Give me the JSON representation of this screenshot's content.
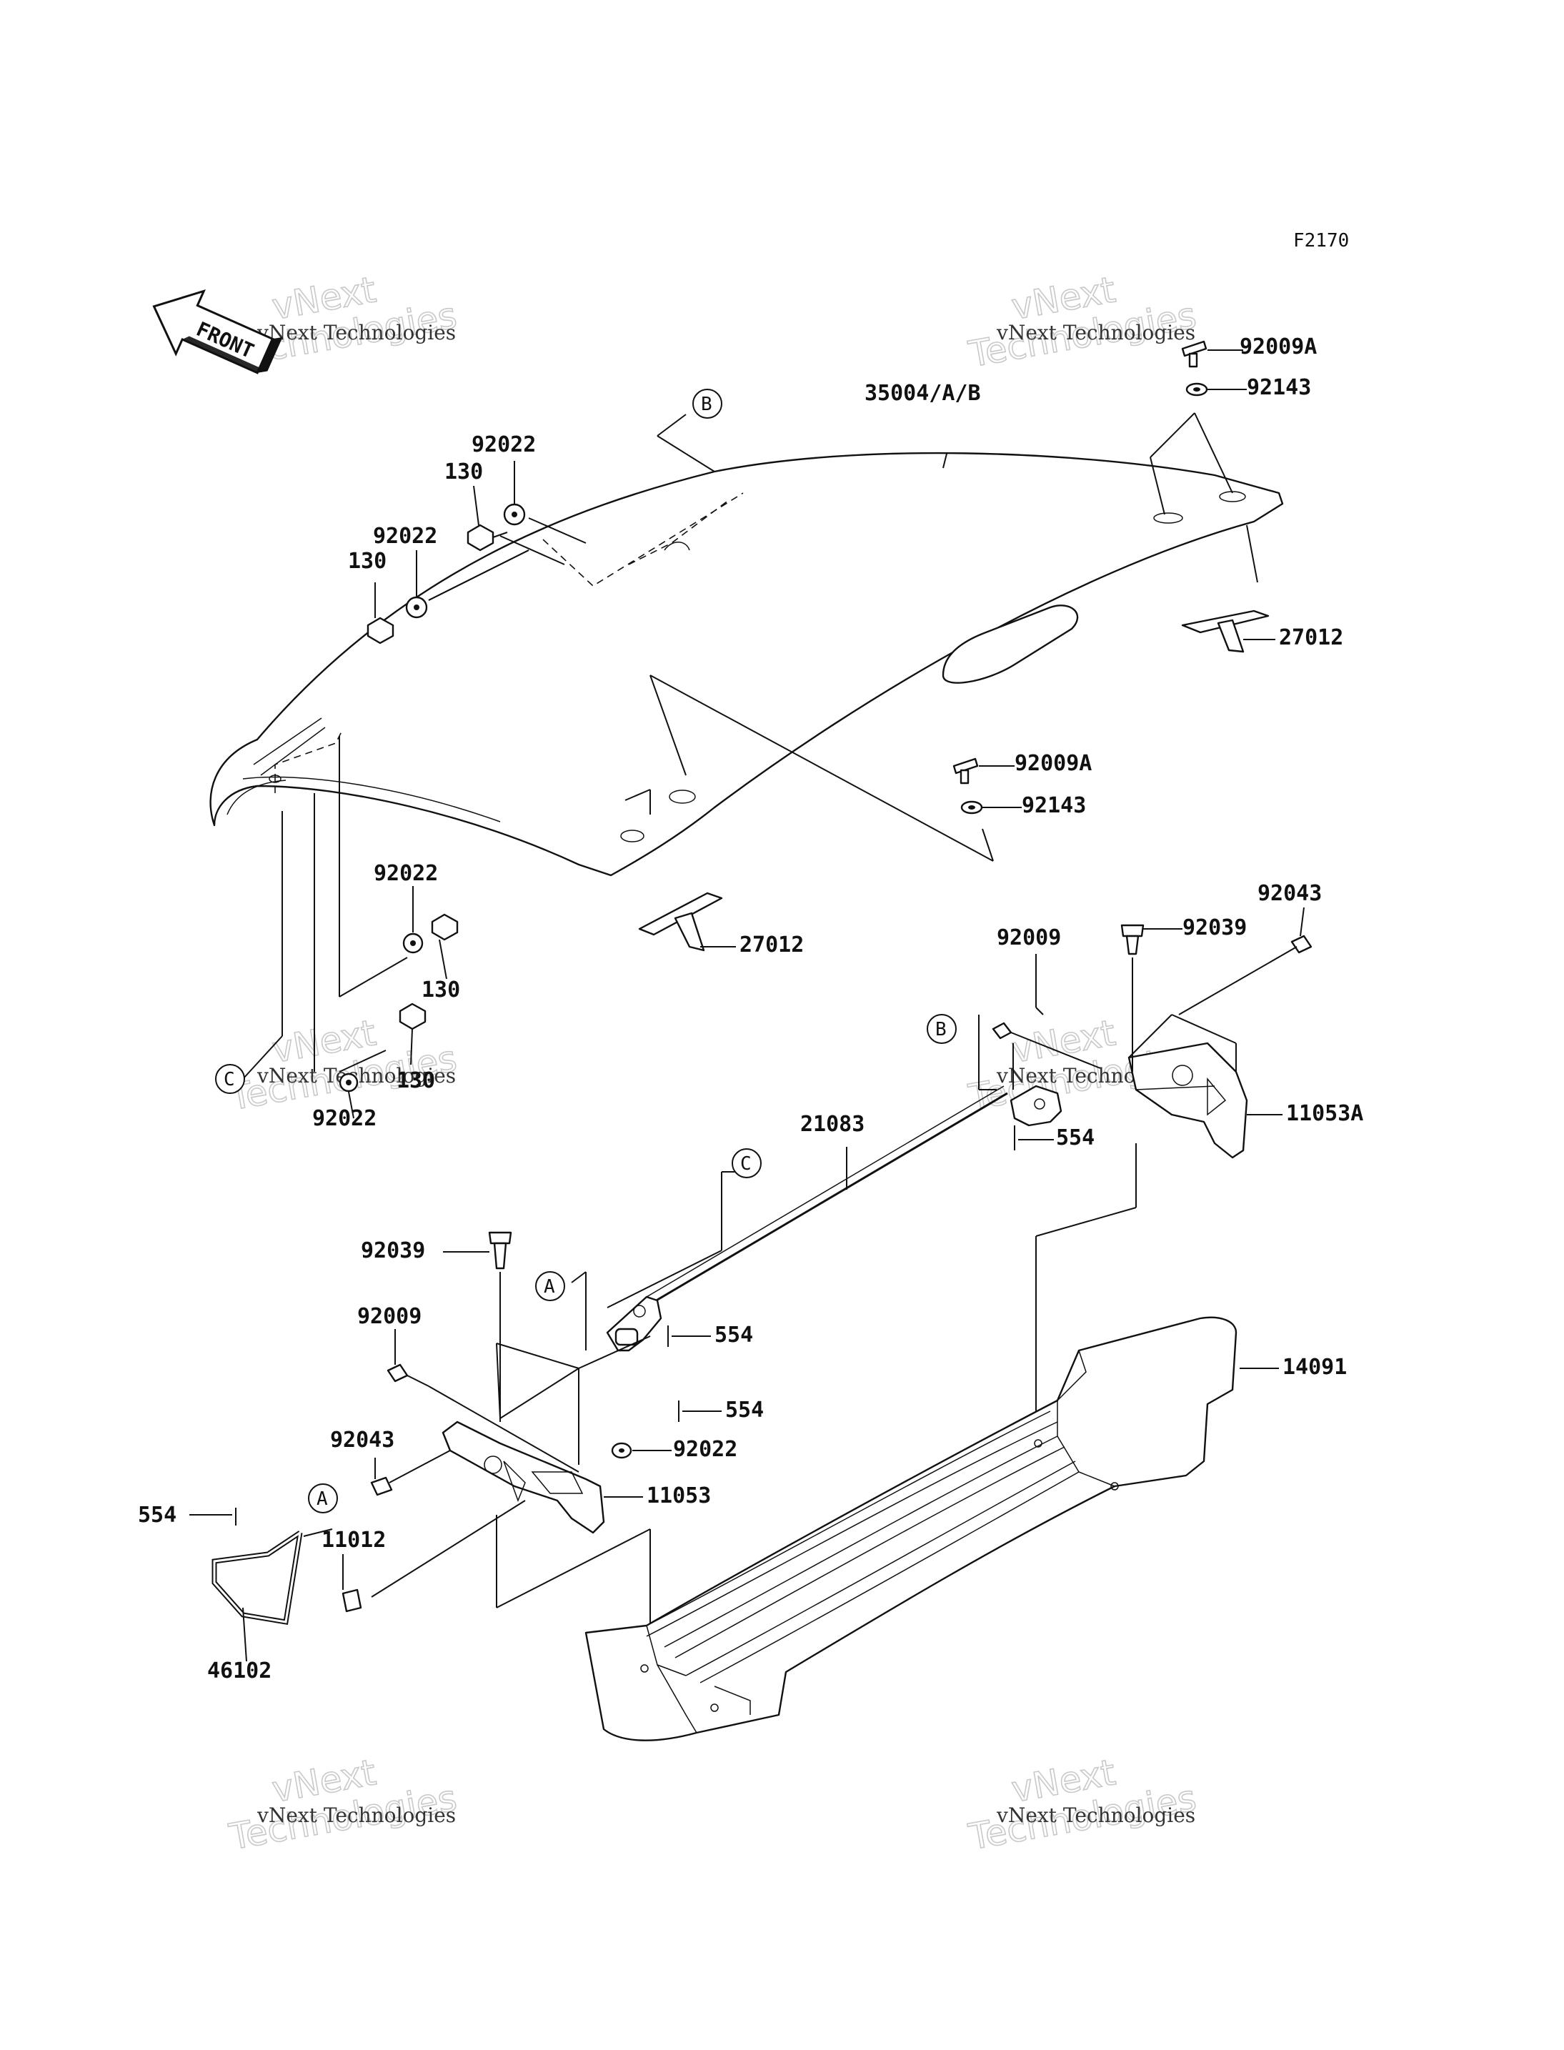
{
  "diagram": {
    "figure_code": "F2170",
    "front_arrow_label": "FRONT",
    "watermarks": [
      {
        "line1": "vNext Technologies",
        "line2": "vNext",
        "line3": "Technologies"
      },
      {
        "line1": "vNext Technologies",
        "line2": "vNext",
        "line3": "Technologies"
      },
      {
        "line1": "vNext Technologies",
        "line2": "vNext",
        "line3": "Technologies"
      },
      {
        "line1": "vNext Technologies",
        "line2": "vNext",
        "line3": "Technologies"
      },
      {
        "line1": "vNext Technologies",
        "line2": "vNext",
        "line3": "Technologies"
      },
      {
        "line1": "vNext Technologies",
        "line2": "vNext",
        "line3": "Technologies"
      }
    ],
    "reference_markers": [
      "B",
      "C",
      "B",
      "C",
      "A",
      "A"
    ],
    "part_labels": [
      "92009A",
      "92143",
      "35004/A/B",
      "92022",
      "130",
      "92022",
      "130",
      "27012",
      "92009A",
      "92143",
      "92022",
      "130",
      "27012",
      "92043",
      "92009",
      "92039",
      "130",
      "92022",
      "11053A",
      "554",
      "21083",
      "92039",
      "554",
      "92009",
      "554",
      "14091",
      "92043",
      "92022",
      "11053",
      "554",
      "11012",
      "46102"
    ]
  }
}
